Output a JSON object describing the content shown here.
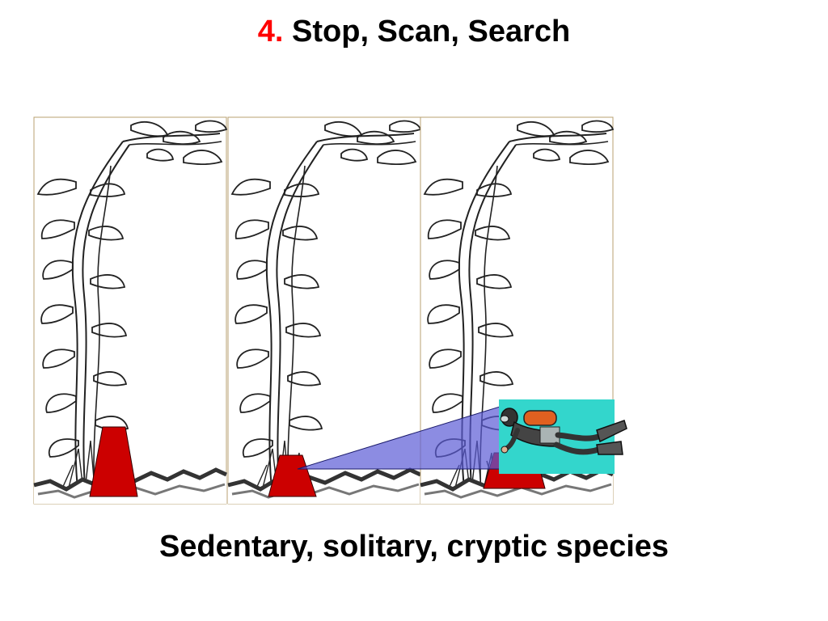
{
  "slide": {
    "title_number": "4.",
    "title_text": "Stop, Scan, Search",
    "caption": "Sedentary, solitary, cryptic species"
  },
  "colors": {
    "title_number": "#ff0000",
    "marker": "#cc0000",
    "scan_beam": "#5b5bd6",
    "diver_background": "#33d6cc",
    "panel_border": "#b8a070"
  },
  "icons": [
    "kelp-plant-icon",
    "seafloor-rock-icon",
    "survey-marker-icon",
    "scuba-diver-icon"
  ]
}
